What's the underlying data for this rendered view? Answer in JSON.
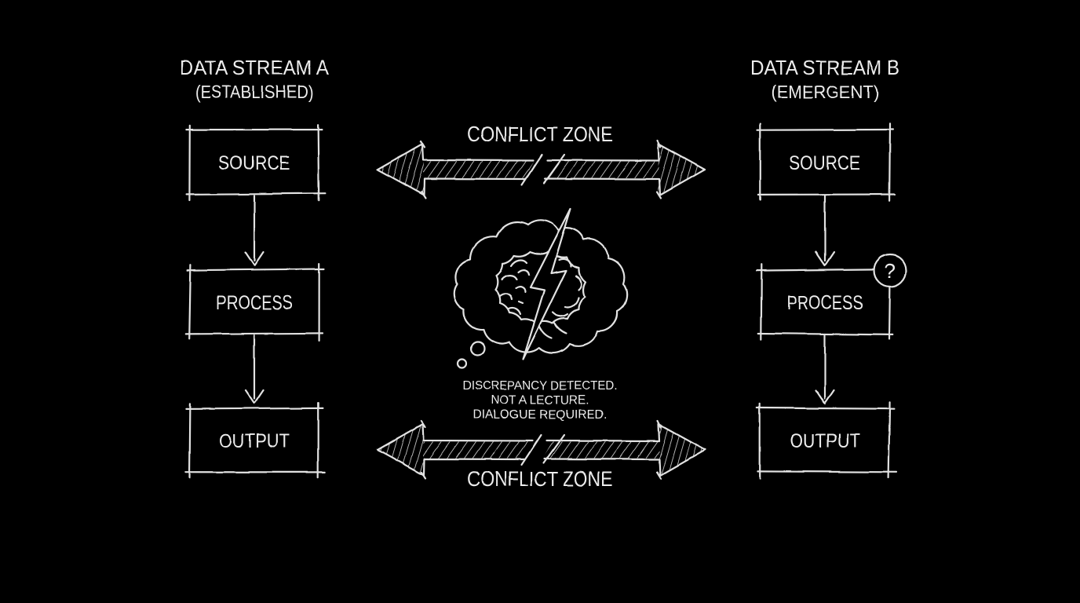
{
  "colors": {
    "background": "#000000",
    "ink": "#e4e4e4",
    "text": "#ededed"
  },
  "streams": {
    "a": {
      "title": "DATA STREAM A",
      "subtitle": "(ESTABLISHED)",
      "nodes": [
        "SOURCE",
        "PROCESS",
        "OUTPUT"
      ]
    },
    "b": {
      "title": "DATA STREAM B",
      "subtitle": "(EMERGENT)",
      "nodes": [
        "SOURCE",
        "PROCESS",
        "OUTPUT"
      ],
      "badge": "?"
    }
  },
  "conflict": {
    "top_label": "CONFLICT ZONE",
    "bottom_label": "CONFLICT ZONE"
  },
  "note": {
    "line1": "DISCREPANCY DETECTED.",
    "line2": "NOT A LECTURE.",
    "line3": "DIALOGUE REQUIRED."
  }
}
